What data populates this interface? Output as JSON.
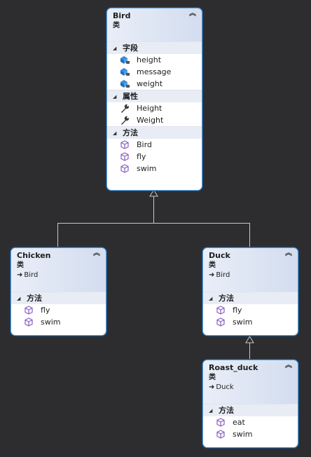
{
  "classes": {
    "bird": {
      "name": "Bird",
      "kind": "类",
      "fields_label": "字段",
      "fields": [
        "height",
        "message",
        "weight"
      ],
      "props_label": "属性",
      "props": [
        "Height",
        "Weight"
      ],
      "methods_label": "方法",
      "methods": [
        "Bird",
        "fly",
        "swim"
      ]
    },
    "chicken": {
      "name": "Chicken",
      "kind": "类",
      "base": "Bird",
      "methods_label": "方法",
      "methods": [
        "fly",
        "swim"
      ]
    },
    "duck": {
      "name": "Duck",
      "kind": "类",
      "base": "Bird",
      "methods_label": "方法",
      "methods": [
        "fly",
        "swim"
      ]
    },
    "roast_duck": {
      "name": "Roast_duck",
      "kind": "类",
      "base": "Duck",
      "methods_label": "方法",
      "methods": [
        "eat",
        "swim"
      ]
    }
  },
  "icons": {
    "field": "field-lock-icon",
    "property": "wrench-icon",
    "method": "cube-icon",
    "collapse": "double-chevron-up-icon",
    "inherit": "inherit-arrow-icon"
  },
  "colors": {
    "background": "#2d2d30",
    "border": "#5b9bd5",
    "header": "#d3ddef",
    "section": "#e8edf5"
  }
}
